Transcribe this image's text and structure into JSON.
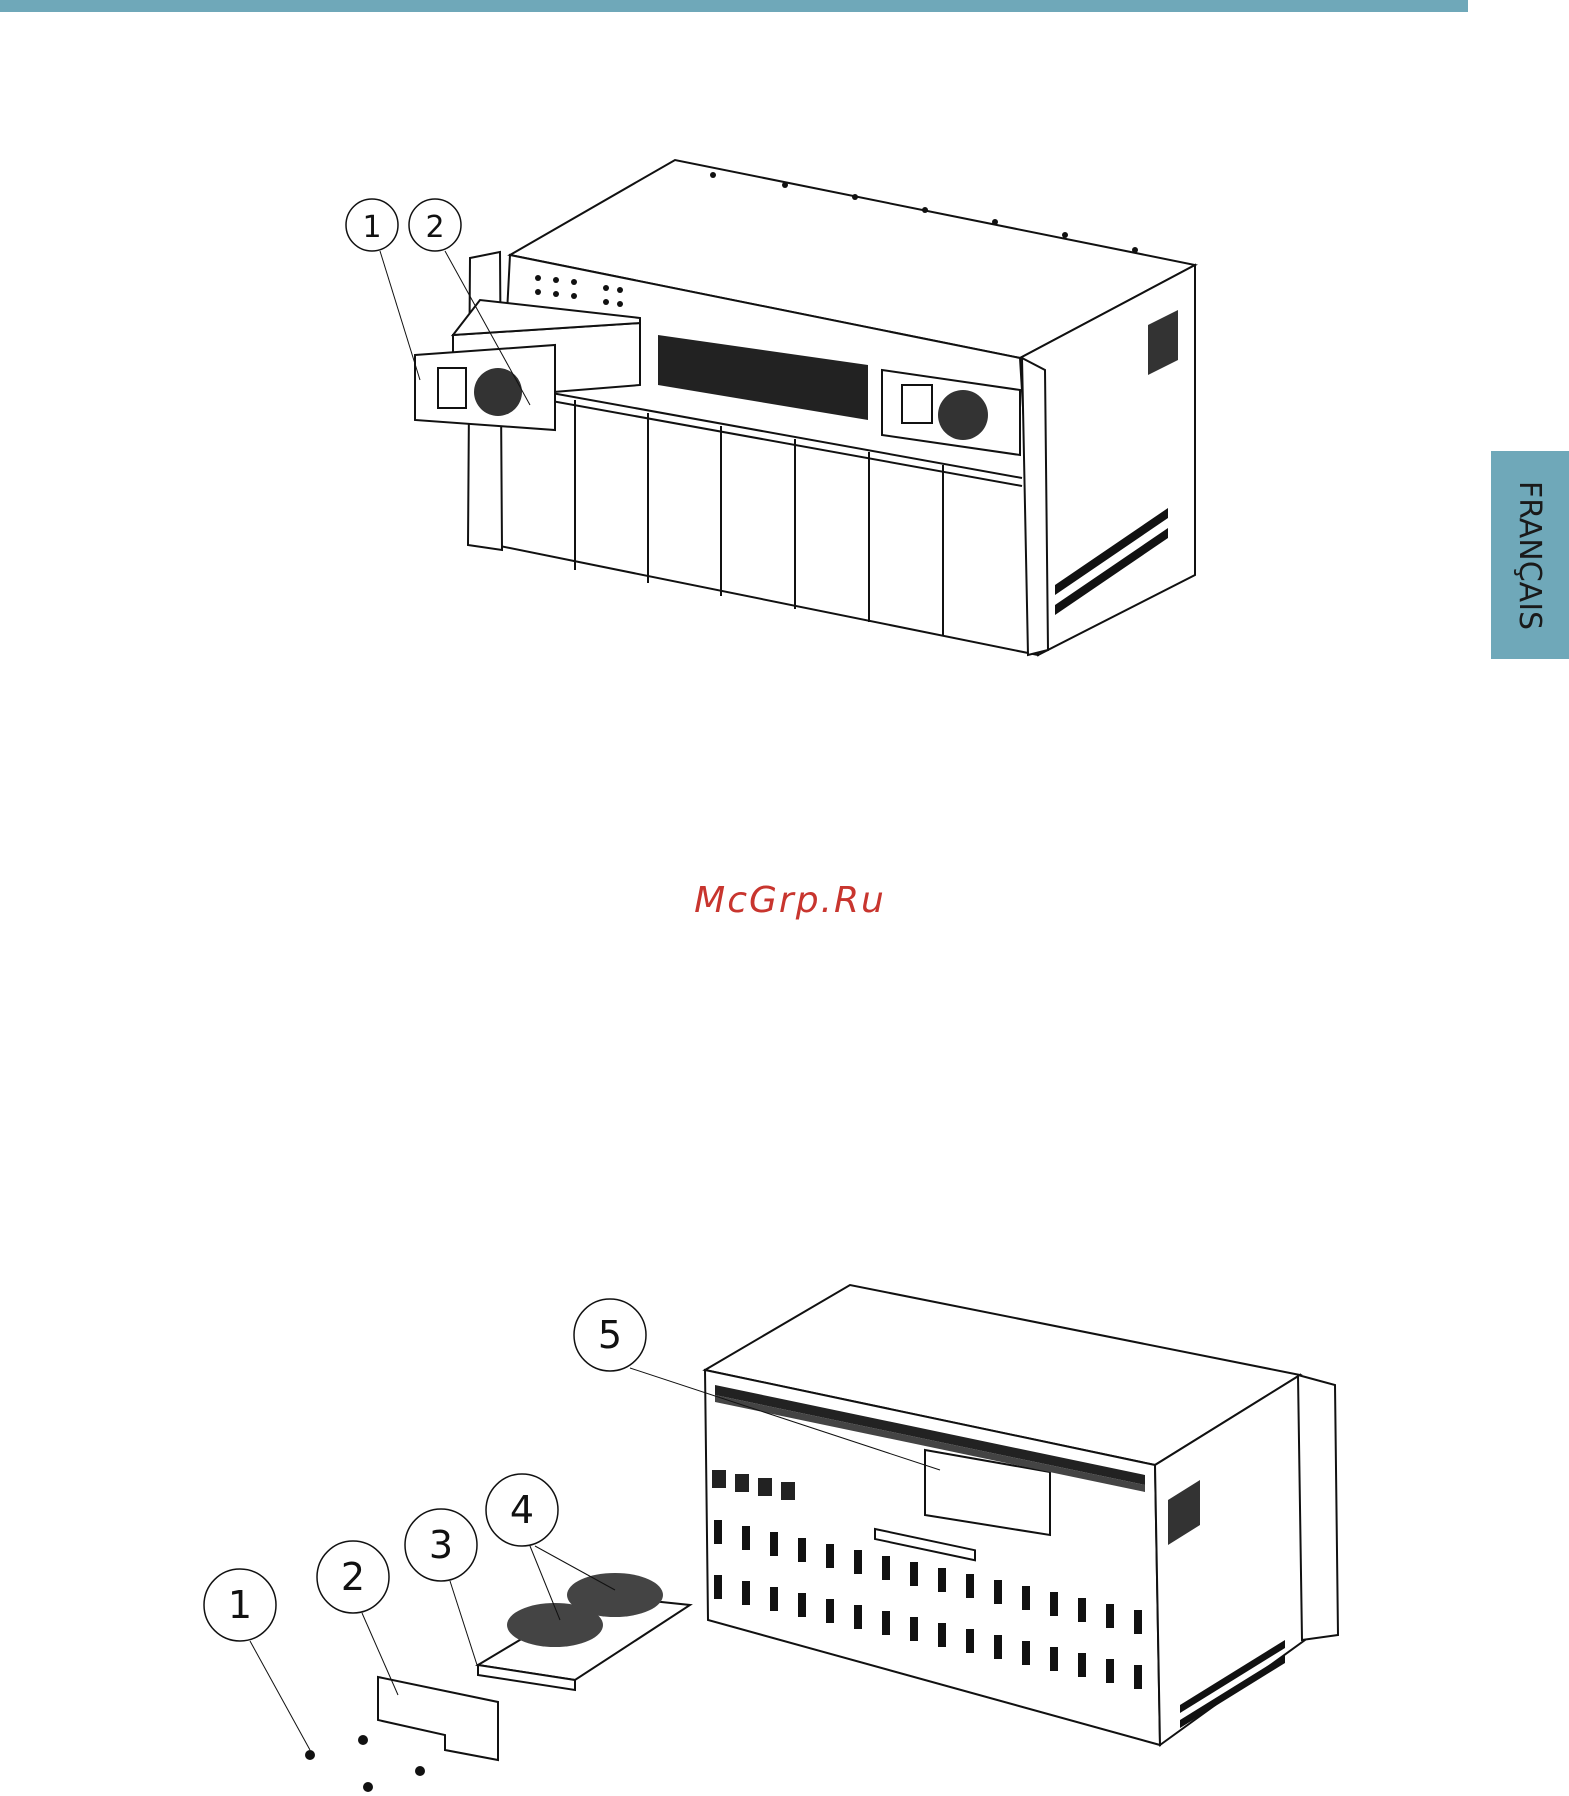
{
  "header": {
    "accent_color": "#6fa8b9"
  },
  "side_tab": {
    "label": "FRANÇAIS"
  },
  "watermark": {
    "text": "McGrp.Ru",
    "color": "#c8352e"
  },
  "figure_top": {
    "callouts": [
      "1",
      "2"
    ]
  },
  "figure_bottom": {
    "callouts": [
      "1",
      "2",
      "3",
      "4",
      "5"
    ]
  }
}
